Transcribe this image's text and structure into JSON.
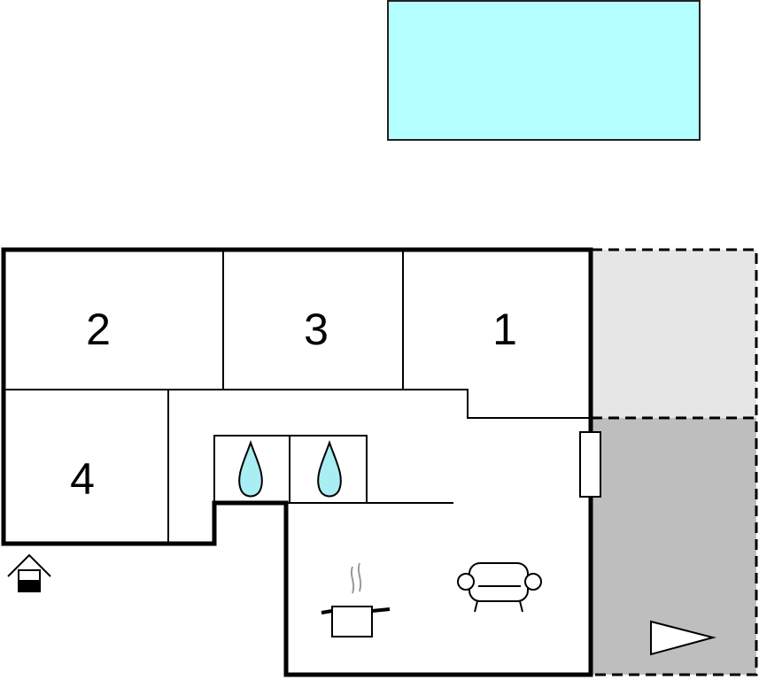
{
  "plan": {
    "rooms": [
      {
        "label": "2"
      },
      {
        "label": "3"
      },
      {
        "label": "1"
      },
      {
        "label": "4"
      }
    ],
    "colors": {
      "pool": "#b3ffff",
      "drop": "#a8eef2",
      "terrace_upper": "#e6e6e6",
      "terrace_lower": "#bebebe"
    },
    "icons": [
      "pool",
      "water-drop-icon",
      "water-drop-icon",
      "window",
      "entrance-icon",
      "cooking-pot-icon",
      "sofa-icon",
      "direction-arrow-icon"
    ]
  }
}
